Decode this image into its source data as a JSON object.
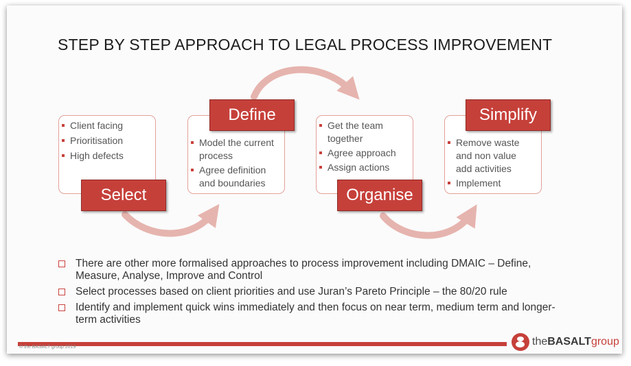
{
  "title": "STEP BY STEP APPROACH TO LEGAL PROCESS IMPROVEMENT",
  "steps": [
    {
      "label": "Select",
      "items": [
        "Client facing",
        "Prioritisation",
        "High defects"
      ]
    },
    {
      "label": "Define",
      "items": [
        "Model the current process",
        "Agree definition and boundaries"
      ]
    },
    {
      "label": "Organise",
      "items": [
        "Get the team together",
        "Agree approach",
        "Assign actions"
      ]
    },
    {
      "label": "Simplify",
      "items": [
        "Remove waste and non value add activities",
        "Implement"
      ]
    }
  ],
  "notes": [
    "There are other more formalised approaches to process improvement including DMAIC – Define, Measure, Analyse, Improve and Control",
    "Select processes based on client priorities and use  Juran’s Pareto Principle – the 80/20 rule",
    "Identify and implement quick wins immediately and then focus on near term, medium term and longer-term activities"
  ],
  "footer": {
    "copyright": "© the BASALT group 2019"
  },
  "logo": {
    "the": "the",
    "basalt": "BASALT",
    "group": "group"
  },
  "colors": {
    "accent": "#c6403a",
    "box_border": "#e3a19a",
    "arrow": "#e6b4ae"
  }
}
